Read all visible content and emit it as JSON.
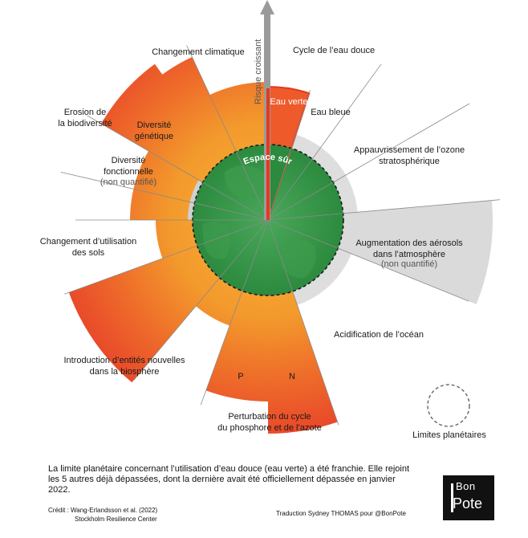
{
  "boundaries": [
    {
      "label": "Changement climatique"
    },
    {
      "label": "Cycle de l’eau douce"
    },
    {
      "label": "Eau verte"
    },
    {
      "label": "Eau bleue"
    },
    {
      "label": "Appauvrissement de l’ozone\nstratosphérique"
    },
    {
      "label": "Augmentation des aérosols\ndans l’atmosphère",
      "note": "(non quantifié)"
    },
    {
      "label": "Acidification de l’océan"
    },
    {
      "label": "Perturbation du cycle\ndu phosphore et de l’azote"
    },
    {
      "label": "P"
    },
    {
      "label": "N"
    },
    {
      "label": "Introduction d’entités nouvelles\ndans la biosphère"
    },
    {
      "label": "Changement d’utilisation\ndes sols"
    },
    {
      "label": "Diversité\nfonctionnelle",
      "note": "(non quantifié)"
    },
    {
      "label": "Diversité\ngénétique"
    },
    {
      "label": "Erosion de\nla biodiversité"
    }
  ],
  "axis_label": "Risque croissant",
  "safe_space_label": "Espace sûr",
  "legend_label": "Limites planétaires",
  "caption": "La limite planétaire concernant l’utilisation d’eau douce (eau verte) a été franchie. Elle rejoint les 5 autres déjà dépassées, dont la dernière avait été officiellement dépassée en janvier 2022.",
  "credit_line1": "Crédit : Wang-Erlandsson et al. (2022)",
  "credit_line2": "Stockholm Resilience Center",
  "translation": "Traduction Sydney THOMAS pour @BonPote",
  "logo_top": "Bon",
  "logo_bottom": "Pote",
  "colors": {
    "green": "#2e8b3d",
    "orange": "#f08a24",
    "red": "#e23a1f",
    "grey": "#c8c8c8",
    "arrow": "#9a9a9a"
  }
}
